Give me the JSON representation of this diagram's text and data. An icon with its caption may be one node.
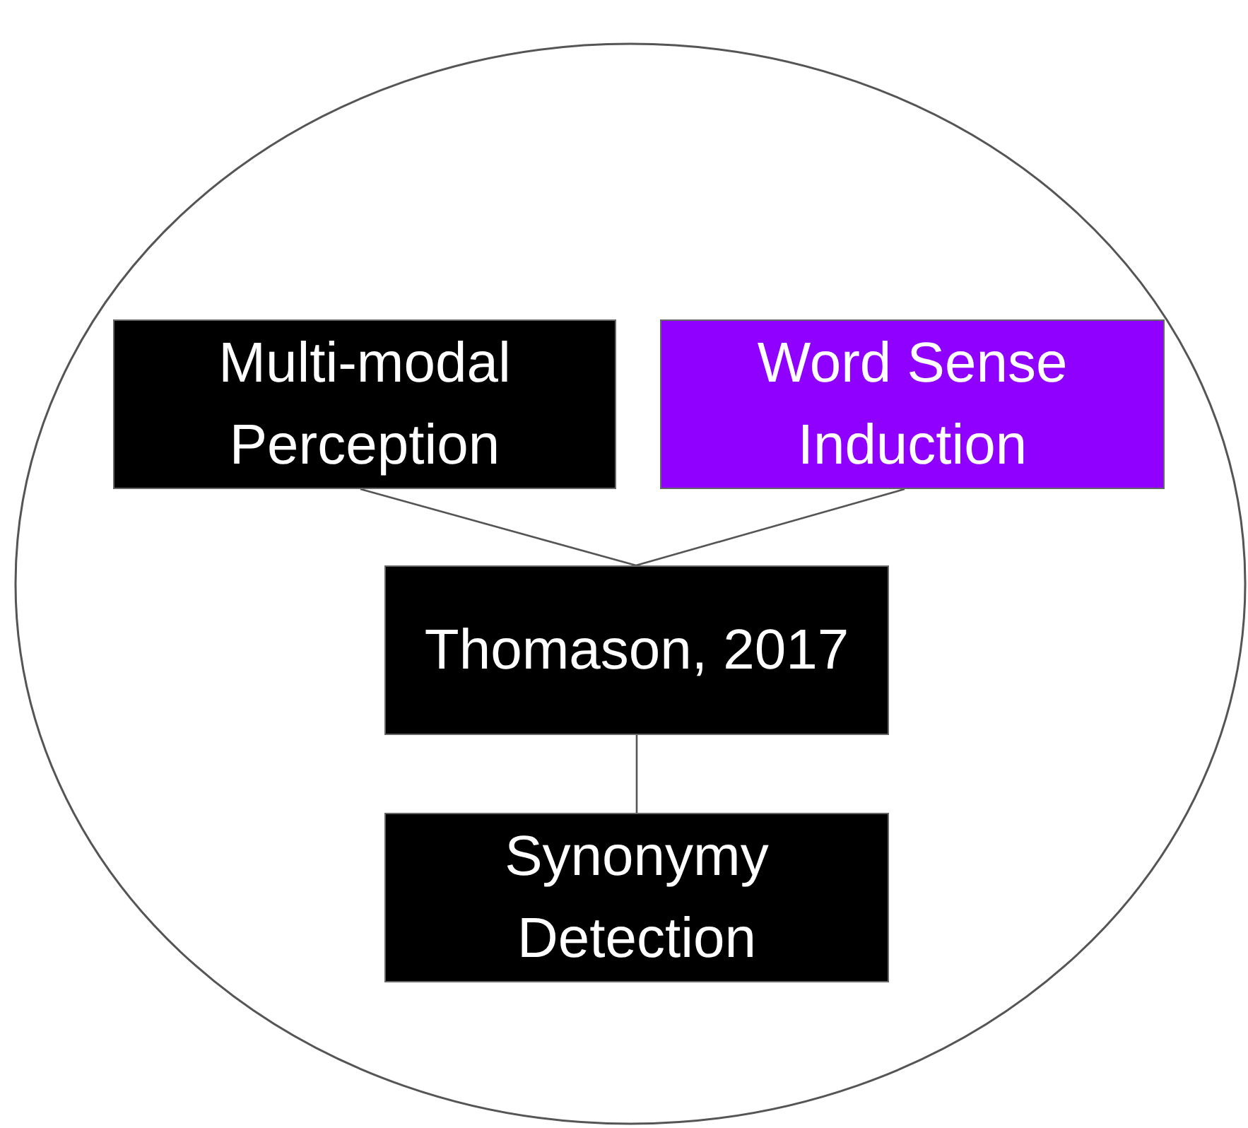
{
  "diagram": {
    "nodes": [
      {
        "text": [],
        "shape": "circle"
      },
      {
        "text": [
          "Multi-modal Perception"
        ],
        "in": 0
      },
      {
        "text": [
          "Word Sense Induction"
        ],
        "in": 0
      },
      {
        "text": [
          "Thomason, 2017"
        ],
        "in": 0
      },
      {
        "text": [
          "Synonymy Detection"
        ],
        "in": 0
      }
    ],
    "edges": [
      {
        "from": 1,
        "to": 3,
        "arrow": "none"
      },
      {
        "from": 2,
        "to": 3,
        "arrow": "none"
      },
      {
        "from": 3,
        "to": 4,
        "arrow": "none"
      }
    ]
  }
}
